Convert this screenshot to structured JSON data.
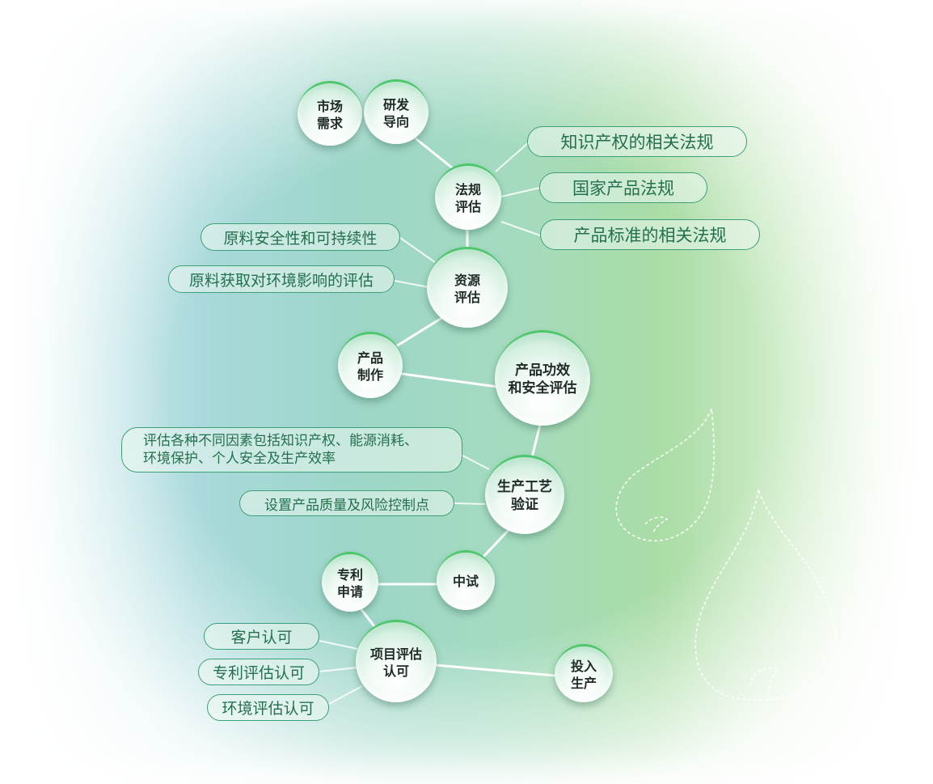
{
  "nodes": {
    "market": "市场\n需求",
    "rd": "研发\n导向",
    "regulation": "法规\n评估",
    "resource": "资源\n评估",
    "production": "产品\n制作",
    "efficacy": "产品功效\n和安全评估",
    "process": "生产工艺\n验证",
    "pilot": "中试",
    "patent": "专利\n申请",
    "project": "项目评估\n认可",
    "launch": "投入\n生产"
  },
  "labels": {
    "ip_law": "知识产权的相关法规",
    "national_law": "国家产品法规",
    "standard_law": "产品标准的相关法规",
    "material_safety": "原料安全性和可持续性",
    "material_env": "原料获取对环境影响的评估",
    "factors": "评估各种不同因素包括知识产权、能源消耗、\n环境保护、个人安全及生产效率",
    "quality": "设置产品质量及风险控制点",
    "customer": "客户认可",
    "patent_approval": "专利评估认可",
    "env_approval": "环境评估认可"
  },
  "colors": {
    "accent_green": "#4cc76a",
    "label_text": "#23704f",
    "label_border": "#3f9f78",
    "node_text": "#1e2b26"
  }
}
